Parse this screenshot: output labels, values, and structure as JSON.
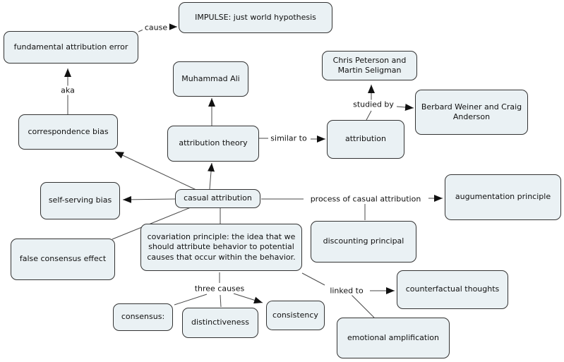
{
  "colors": {
    "background": "#ffffff",
    "node_fill": "#eaf1f4",
    "node_border": "#333333",
    "line": "#4a4a4a",
    "arrowhead": "#111111"
  },
  "nodes": [
    {
      "id": "fundamental-attribution-error",
      "label": "fundamental attribution error"
    },
    {
      "id": "impulse-just-world-hypothesis",
      "label": "IMPULSE: just world hypothesis"
    },
    {
      "id": "muhammad-ali",
      "label": "Muhammad Ali"
    },
    {
      "id": "chris-peterson-and-martin-seligman",
      "label": "Chris Peterson and Martin Seligman"
    },
    {
      "id": "berbard-weiner-and-craig-anderson",
      "label": "Berbard Weiner and Craig Anderson"
    },
    {
      "id": "correspondence-bias",
      "label": "correspondence bias"
    },
    {
      "id": "attribution-theory",
      "label": "attribution theory"
    },
    {
      "id": "attribution",
      "label": "attribution"
    },
    {
      "id": "self-serving-bias",
      "label": "self-serving bias"
    },
    {
      "id": "casual-attribution",
      "label": "casual attribution"
    },
    {
      "id": "augumentation-principle",
      "label": "augumentation principle"
    },
    {
      "id": "discounting-principal",
      "label": "discounting principal"
    },
    {
      "id": "false-consensus-effect",
      "label": "false consensus effect"
    },
    {
      "id": "covariation-principle",
      "label": "covariation principle: the idea that we should attribute behavior to potential causes that occur within the behavior."
    },
    {
      "id": "consensus",
      "label": "consensus:"
    },
    {
      "id": "distinctiveness",
      "label": "distinctiveness"
    },
    {
      "id": "consistency",
      "label": "consistency"
    },
    {
      "id": "counterfactual-thoughts",
      "label": "counterfactual thoughts"
    },
    {
      "id": "emotional-amplification",
      "label": "emotional amplification"
    }
  ],
  "link_labels": [
    {
      "id": "cause",
      "label": "cause"
    },
    {
      "id": "aka",
      "label": "aka"
    },
    {
      "id": "studied-by",
      "label": "studied by"
    },
    {
      "id": "similar-to",
      "label": "similar to"
    },
    {
      "id": "process-of-casual-attribution",
      "label": "process of casual attribution"
    },
    {
      "id": "three-causes",
      "label": "three causes"
    },
    {
      "id": "linked-to",
      "label": "linked to"
    }
  ]
}
